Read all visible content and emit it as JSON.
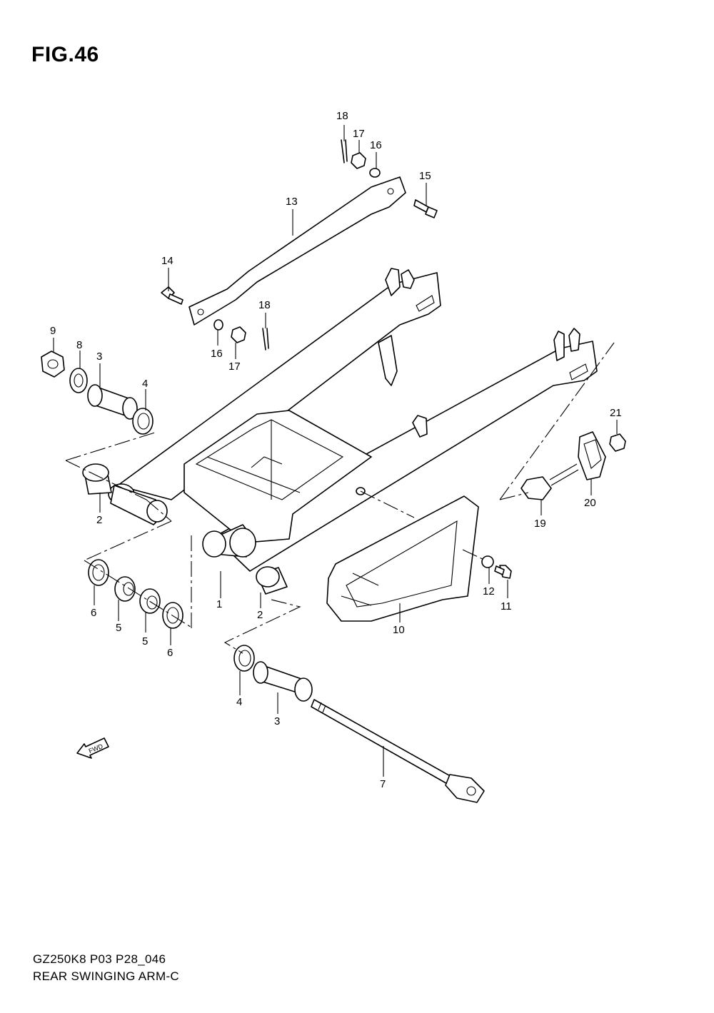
{
  "figure": {
    "title": "FIG.46",
    "model_code": "GZ250K8 P03 P28_046",
    "name": "REAR SWINGING ARM-C",
    "fwd_label": "FWD"
  },
  "callouts": [
    {
      "label": "1"
    },
    {
      "label": "2"
    },
    {
      "label": "2"
    },
    {
      "label": "3"
    },
    {
      "label": "3"
    },
    {
      "label": "4"
    },
    {
      "label": "4"
    },
    {
      "label": "5"
    },
    {
      "label": "5"
    },
    {
      "label": "6"
    },
    {
      "label": "6"
    },
    {
      "label": "7"
    },
    {
      "label": "8"
    },
    {
      "label": "9"
    },
    {
      "label": "10"
    },
    {
      "label": "11"
    },
    {
      "label": "12"
    },
    {
      "label": "13"
    },
    {
      "label": "14"
    },
    {
      "label": "15"
    },
    {
      "label": "16"
    },
    {
      "label": "16"
    },
    {
      "label": "17"
    },
    {
      "label": "17"
    },
    {
      "label": "18"
    },
    {
      "label": "18"
    },
    {
      "label": "19"
    },
    {
      "label": "20"
    },
    {
      "label": "21"
    }
  ]
}
